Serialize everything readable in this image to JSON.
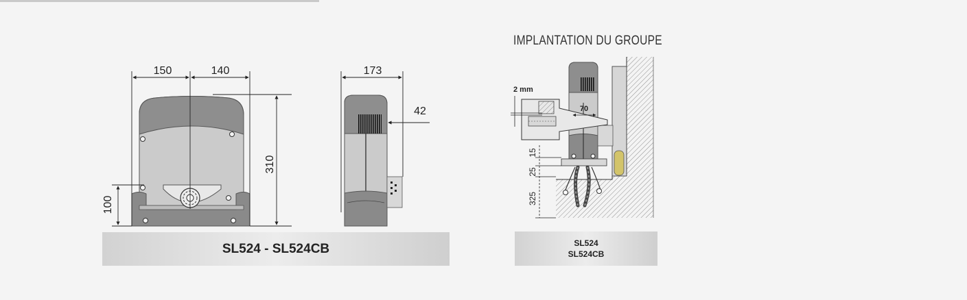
{
  "left_diagram": {
    "dim_width_left": "150",
    "dim_width_right": "140",
    "dim_height_total": "310",
    "dim_gear_height": "100",
    "dim_side_width": "173",
    "dim_side_offset": "42"
  },
  "left_caption": "SL524 - SL524CB",
  "right_diagram": {
    "title": "IMPLANTATION DU GROUPE",
    "dim_gap": "2 mm",
    "dim_rack": "70",
    "dim_15": "15",
    "dim_25": "25",
    "dim_325": "325"
  },
  "right_caption": {
    "line1": "SL524",
    "line2": "SL524CB"
  },
  "colors": {
    "motor_body": "#c8c8c8",
    "motor_top": "#8a8a8a",
    "motor_dark": "#6e6e6e",
    "background": "#f4f4f4"
  }
}
